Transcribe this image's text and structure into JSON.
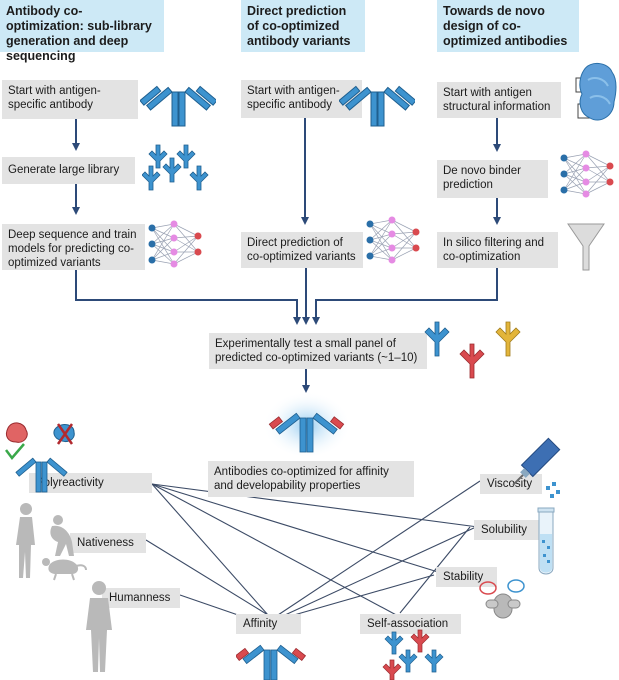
{
  "columns": [
    {
      "header": "Antibody co-optimization: sub-library generation and deep sequencing",
      "steps": [
        "Start with antigen-specific antibody",
        "Generate large library",
        "Deep sequence and train models for predicting co-optimized variants"
      ]
    },
    {
      "header": "Direct prediction of co-optimized antibody variants",
      "steps": [
        "Start with antigen-specific antibody",
        "Direct prediction of co-optimized variants"
      ]
    },
    {
      "header": "Towards de novo design of co-optimized antibodies",
      "steps": [
        "Start with antigen structural information",
        "De novo binder prediction",
        "In silico filtering and co-optimization"
      ]
    }
  ],
  "test_step": "Experimentally test a small panel of predicted co-optimized variants (~1–10)",
  "result": "Antibodies co-optimized for affinity and developability properties",
  "properties": {
    "polyreactivity": "Polyreactivity",
    "nativeness": "Nativeness",
    "humanness": "Humanness",
    "affinity": "Affinity",
    "self_association": "Self-association",
    "stability": "Stability",
    "solubility": "Solubility",
    "viscosity": "Viscosity"
  },
  "colors": {
    "header_bg": "#cde9f6",
    "box_bg": "#e3e3e3",
    "arrow": "#2d4a78",
    "antibody_blue": "#3d93cf",
    "antibody_red": "#d94a4f",
    "antibody_yellow": "#e3b53a",
    "network_node_pink": "#e58be3",
    "network_node_blue": "#2a6fa8",
    "network_node_red": "#d94a4f"
  }
}
